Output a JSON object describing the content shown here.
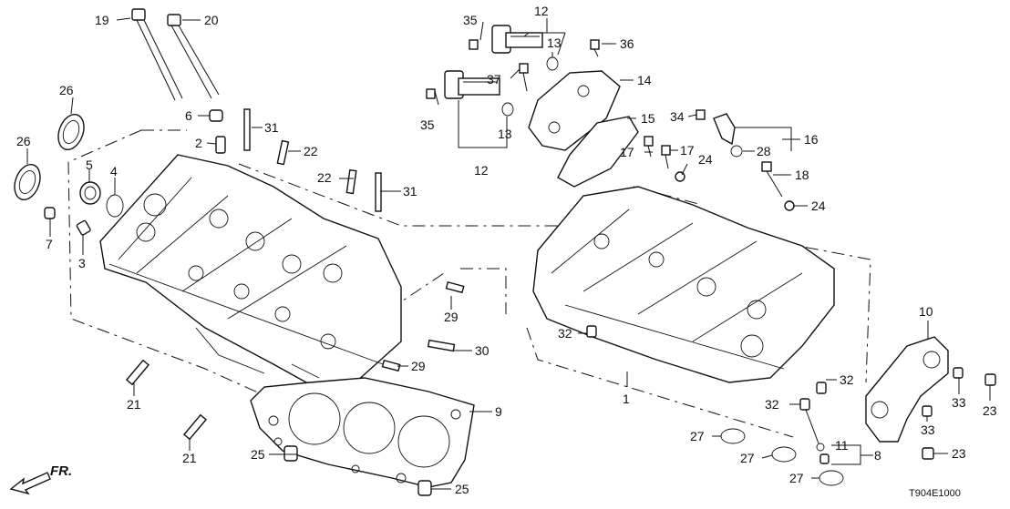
{
  "diagram": {
    "code": "T904E1000",
    "direction_label": "FR.",
    "callouts": {
      "c1": "1",
      "c2": "2",
      "c3": "3",
      "c4": "4",
      "c5": "5",
      "c6": "6",
      "c7": "7",
      "c8": "8",
      "c9": "9",
      "c10": "10",
      "c11": "11",
      "c12a": "12",
      "c12b": "12",
      "c13a": "13",
      "c13b": "13",
      "c14": "14",
      "c15": "15",
      "c16": "16",
      "c17a": "17",
      "c17b": "17",
      "c18": "18",
      "c19": "19",
      "c20": "20",
      "c21a": "21",
      "c21b": "21",
      "c22a": "22",
      "c22b": "22",
      "c23a": "23",
      "c23b": "23",
      "c24a": "24",
      "c24b": "24",
      "c25a": "25",
      "c25b": "25",
      "c26a": "26",
      "c26b": "26",
      "c27a": "27",
      "c27b": "27",
      "c27c": "27",
      "c28": "28",
      "c29a": "29",
      "c29b": "29",
      "c30": "30",
      "c31a": "31",
      "c31b": "31",
      "c32a": "32",
      "c32b": "32",
      "c32c": "32",
      "c33a": "33",
      "c33b": "33",
      "c34": "34",
      "c35a": "35",
      "c35b": "35",
      "c36": "36",
      "c37": "37"
    }
  }
}
